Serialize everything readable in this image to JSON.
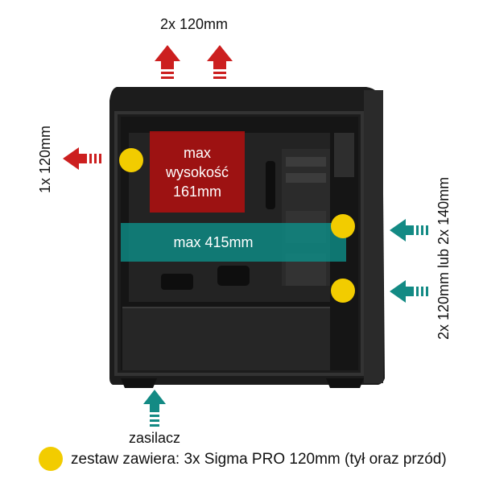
{
  "labels": {
    "top_exhaust": "2x 120mm",
    "rear_exhaust": "1x 120mm",
    "front_intake": "2x 120mm lub 2x 140mm",
    "psu": "zasilacz",
    "legend": "zestaw zawiera: 3x Sigma PRO 120mm (tył oraz przód)"
  },
  "overlays": {
    "cpu_cooler_lines": [
      "max",
      "wysokość",
      "161mm"
    ],
    "gpu_length": "max 415mm"
  },
  "colors": {
    "exhaust_arrow": "#cc1f1f",
    "intake_arrow": "#138a84",
    "fan_dot": "#f2cc00",
    "cooler_overlay": "#b80f0f",
    "gpu_overlay": "#0d8c86",
    "case_body": "#1a1a1a"
  },
  "icons": {
    "top_arrows": "arrow-up-icon",
    "rear_arrow": "arrow-left-icon",
    "front_arrows": "arrow-left-icon",
    "psu_arrow": "arrow-up-icon",
    "fan_marker": "fan-dot-icon"
  }
}
